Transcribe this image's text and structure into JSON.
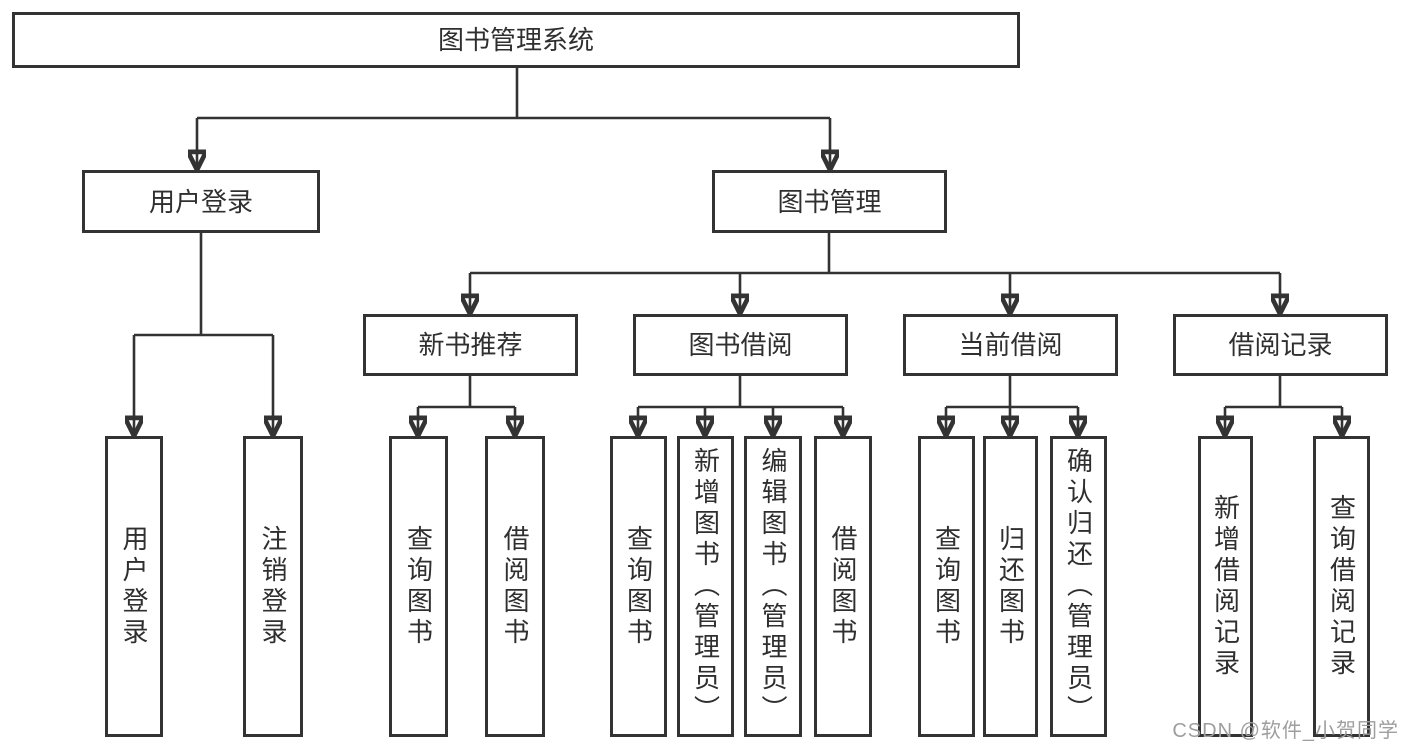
{
  "diagram": {
    "root": {
      "label": "图书管理系统"
    },
    "level2": [
      {
        "label": "用户登录",
        "children": [
          {
            "label": "用户登录"
          },
          {
            "label": "注销登录"
          }
        ]
      },
      {
        "label": "图书管理",
        "children": [
          {
            "label": "新书推荐",
            "children": [
              {
                "label": "查询图书"
              },
              {
                "label": "借阅图书"
              }
            ]
          },
          {
            "label": "图书借阅",
            "children": [
              {
                "label": "查询图书"
              },
              {
                "label": "新增图书（管理员）"
              },
              {
                "label": "编辑图书（管理员）"
              },
              {
                "label": "借阅图书"
              }
            ]
          },
          {
            "label": "当前借阅",
            "children": [
              {
                "label": "查询图书"
              },
              {
                "label": "归还图书"
              },
              {
                "label": "确认归还（管理员）"
              }
            ]
          },
          {
            "label": "借阅记录",
            "children": [
              {
                "label": "新增借阅记录"
              },
              {
                "label": "查询借阅记录"
              }
            ]
          }
        ]
      }
    ]
  },
  "watermark": {
    "text": "CSDN @软件_小贺同学",
    "color": "#9e9e9e"
  },
  "style": {
    "background": "#ffffff",
    "line_color": "#333333",
    "box_border_color": "#333333",
    "text_color": "#2f2f2f"
  }
}
